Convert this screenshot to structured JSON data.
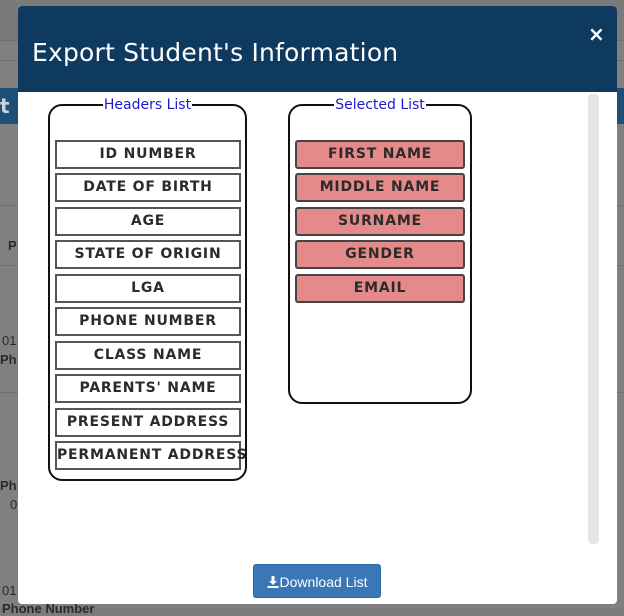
{
  "background": {
    "header_text": "t I",
    "fragments": [
      "P",
      "01",
      "Ph",
      "Ph",
      "0",
      "01",
      "Phone Number"
    ]
  },
  "modal": {
    "title": "Export Student's Information",
    "close_label": "×"
  },
  "headers_list": {
    "legend": "Headers List",
    "items": [
      "ID NUMBER",
      "DATE OF BIRTH",
      "AGE",
      "STATE OF ORIGIN",
      "LGA",
      "PHONE NUMBER",
      "CLASS NAME",
      "PARENTS' NAME",
      "PRESENT ADDRESS",
      "PERMANENT ADDRESS"
    ]
  },
  "selected_list": {
    "legend": "Selected List",
    "items": [
      "FIRST NAME",
      "MIDDLE NAME",
      "SURNAME",
      "GENDER",
      "EMAIL"
    ]
  },
  "download_button": {
    "label": "Download List",
    "icon": "download-icon"
  },
  "colors": {
    "modal_header": "#0e3a5f",
    "legend_text": "#1a1acc",
    "selected_item": "#e58a8a",
    "button": "#3a77b7"
  }
}
